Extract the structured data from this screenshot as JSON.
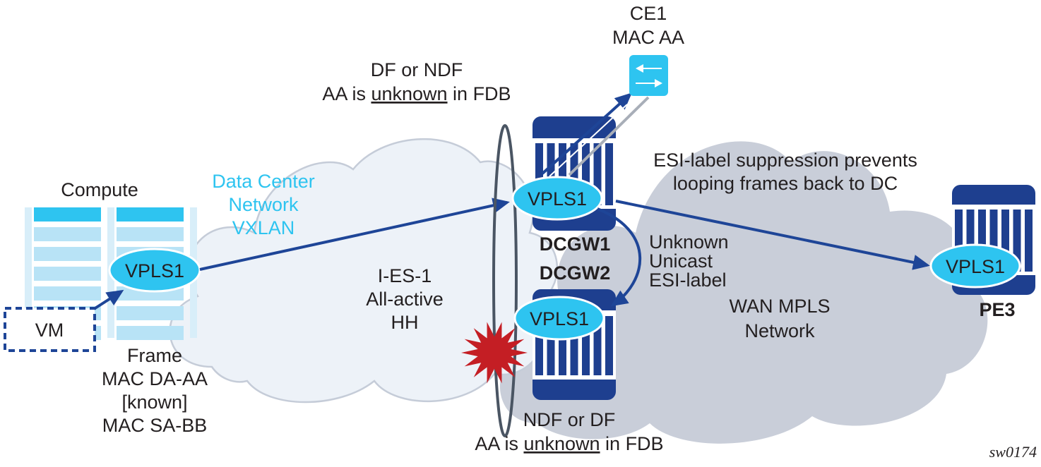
{
  "colors": {
    "dc_cloud_fill": "#edf2f8",
    "dc_cloud_stroke": "#c5ccd8",
    "wan_cloud_fill": "#c9ced9",
    "router_blue": "#1e3f8f",
    "vpls_fill": "#2ec4f0",
    "arrow_blue": "#1e4597",
    "link_gray": "#a8aeb8",
    "ring_stroke": "#4a5563",
    "burst_red": "#c41e24",
    "server_light": "#b8e3f6",
    "server_pale": "#d8eef9",
    "server_accent": "#2ec4f0",
    "cyan_text": "#2ec4f0"
  },
  "compute": {
    "title": "Compute",
    "vm_label": "VM",
    "vpls_label": "VPLS1"
  },
  "frame_info": {
    "lines": [
      "Frame",
      "MAC DA-AA",
      "[known]",
      "MAC SA-BB"
    ]
  },
  "dc_network": {
    "lines": [
      "Data Center",
      "Network",
      "VXLAN"
    ]
  },
  "ethernet_segment": {
    "lines": [
      "I-ES-1",
      "All-active",
      "HH"
    ]
  },
  "top_note": {
    "line1": "DF or NDF",
    "line2_prefix": "AA is ",
    "line2_underlined": "unknown",
    "line2_suffix": " in FDB"
  },
  "bottom_note": {
    "line1": "NDF or DF",
    "line2_prefix": "AA is ",
    "line2_underlined": "unknown",
    "line2_suffix": " in FDB"
  },
  "ce1": {
    "lines": [
      "CE1",
      "MAC AA"
    ],
    "icon": "switch-icon"
  },
  "dcgw1": {
    "name": "DCGW1",
    "vpls_label": "VPLS1"
  },
  "dcgw2": {
    "name": "DCGW2",
    "vpls_label": "VPLS1"
  },
  "pe3": {
    "name": "PE3",
    "vpls_label": "VPLS1"
  },
  "esi_note": {
    "lines": [
      "ESI-label suppression prevents",
      "looping frames back to DC"
    ]
  },
  "unknown_unicast": {
    "lines": [
      "Unknown",
      "Unicast",
      "ESI-label"
    ]
  },
  "wan_network": {
    "lines": [
      "WAN MPLS",
      "Network"
    ]
  },
  "figure_tag": "sw0174"
}
